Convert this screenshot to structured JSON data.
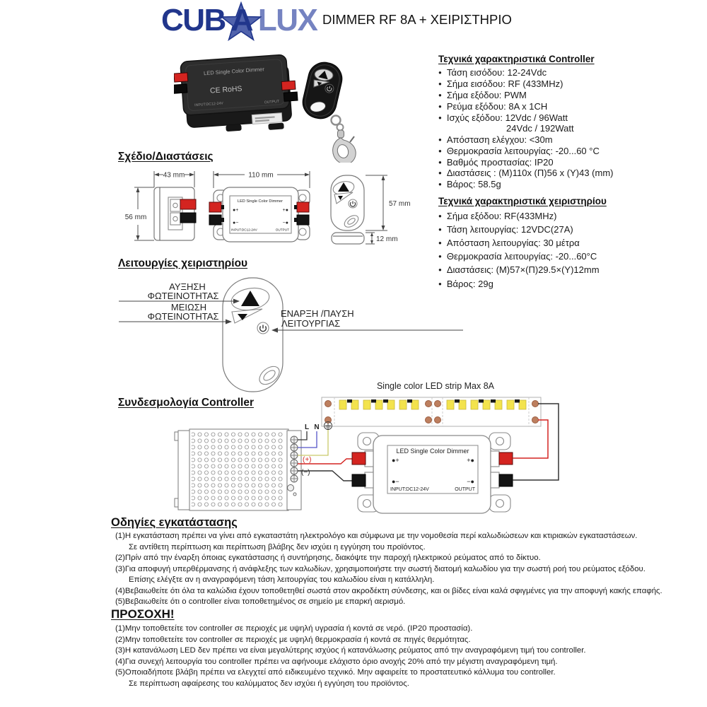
{
  "header": {
    "logo_part1": "CUB",
    "logo_part2": "A",
    "logo_part3": "LUX",
    "title": "DIMMER RF 8A + ΧΕΙΡΙΣΤΗΡΙΟ"
  },
  "photo": {
    "ce_mark": "CE RoHS"
  },
  "device": {
    "title": "LED Single Color Dimmer",
    "input": "INPUT:DC12-24V",
    "output": "OUTPUT",
    "plus_left": "●+",
    "plus_right": "+●",
    "minus_left": "●−",
    "minus_right": "−●"
  },
  "specs_controller": {
    "heading": "Τεχνικά χαρακτηριστικά Controller",
    "items": [
      "Τάση εισόδου: 12-24Vdc",
      "Σήμα εισόδου: RF (433MHz)",
      "Σήμα εξόδου: PWM",
      "Ρεύμα εξόδου: 8A x 1CH",
      "Ισχύς εξόδου: 12Vdc / 96Watt",
      "24Vdc / 192Watt",
      "Απόσταση ελέγχου: <30m",
      "Θερμοκρασία λειτουργίας: -20...60 °C",
      "Βαθμός προστασίας: IP20",
      "Διαστάσεις : (Μ)110x (Π)56 x (Υ)43 (mm)",
      "Βάρος: 58.5g"
    ]
  },
  "specs_remote": {
    "heading": "Τεχνικά χαρακτηριστικά χειριστηρίου",
    "items": [
      "Σήμα εξόδου: RF(433MHz)",
      "Τάση λειτουργίας: 12VDC(27A)",
      "Απόσταση λειτουργίας: 30 μέτρα",
      "Θερμοκρασία λειτουργίας: -20...60°C",
      "Διαστάσεις: (Μ)57×(Π)29.5×(Υ)12mm",
      "Βάρος: 29g"
    ]
  },
  "dimensions": {
    "heading": "Σχέδιο/Διαστάσεις",
    "width_side": "43 mm",
    "height_side": "56 mm",
    "width_top": "110 mm",
    "remote_height": "57 mm",
    "remote_depth": "12 mm"
  },
  "functions": {
    "heading": "Λειτουργίες χειριστηρίου",
    "increase_l1": "ΑΥΞΗΣΗ",
    "increase_l2": "ΦΩΤΕΙΝΟΤΗΤΑΣ",
    "decrease_l1": "ΜΕΙΩΣΗ",
    "decrease_l2": "ΦΩΤΕΙΝΟΤΗΤΑΣ",
    "power_l1": "ΕΝΑΡΞΗ /ΠΑΥΣΗ",
    "power_l2": "ΛΕΙΤΟΥΡΓΙΑΣ"
  },
  "wiring": {
    "heading": "Συνδεσμολογία Controller",
    "strip_label": "Single color LED strip Max 8A",
    "line": "L",
    "neutral": "N",
    "plus": "(+)",
    "minus": "(−)"
  },
  "install": {
    "heading": "Οδηγίες εγκατάστασης",
    "lines": [
      "(1)Η εγκατάσταση πρέπει να γίνει από εγκαταστάτη ηλεκτρολόγο και σύμφωνα με την νομοθεσία περί καλωδιώσεων και κτιριακών εγκαταστάσεων.",
      "Σε αντίθετη περίπτωση και περίπτωση βλάβης δεν ισχύει η εγγύηση του προϊόντος.",
      "(2)Πρίν από την έναρξη όποιας εγκατάστασης ή συντήρησης, διακόψτε την παροχή ηλεκτρικού ρεύματος από το δίκτυο.",
      "(3)Για αποφυγή υπερθέρμανσης ή ανάφλεξης των καλωδίων, χρησιμοποιήστε την σωστή διατομή καλωδίου για την σωστή ροή του ρεύματος  εξόδου.",
      "Επίσης ελέγξτε αν η αναγραφόμενη τάση λειτουργίας του καλωδίου είναι η κατάλληλη.",
      "(4)Βεβαιωθείτε ότι όλα τα καλώδια έχουν τοποθετηθεί σωστά στον ακροδέκτη σύνδεσης, και οι βίδες είναι καλά σφιγμένες για την αποφυγή κακής επαφής.",
      "(5)Βεβαιωθείτε ότι ο controller είναι τοποθετημένος σε σημείο με επαρκή αερισμό."
    ]
  },
  "caution": {
    "heading": "ΠΡΟΣΟΧΗ!",
    "lines": [
      "(1)Μην τοποθετείτε τον controller σε περιοχές με υψηλή υγρασία ή κοντά σε νερό. (IP20 προστασία).",
      "(2)Μην τοποθετείτε τον controller σε περιοχές με υψηλή θερμοκρασία ή κοντά σε πηγές θερμότητας.",
      "(3)Η κατανάλωση LED δεν πρέπει να είναι μεγαλύτερης ισχύος ή κατανάλωσης ρεύματος από την αναγραφόμενη τιμή του controller.",
      "(4)Για συνεχή λειτουργία του controller πρέπει να αφήνουμε ελάχιστο όριο ανοχής 20% από την μέγιστη αναγραφόμενη τιμή.",
      "(5)Οποιαδήποτε βλάβη πρέπει να ελεγχτεί από ειδικευμένο τεχνικό. Μην αφαιρείτε το προστατευτικό κάλλυμα του controller.",
      "Σε περίπτωση αφαίρεσης του καλύμματος δεν ισχύει ή εγγύηση του προϊόντος."
    ]
  },
  "colors": {
    "logo_dark": "#21368c",
    "logo_star": "#5163ac",
    "logo_light": "#7583c1",
    "terminal_red": "#d42420",
    "terminal_black": "#111111",
    "led_yellow": "#f3e34d",
    "wire_blue": "#5555c8",
    "wire_earth": "#c9c96a"
  }
}
